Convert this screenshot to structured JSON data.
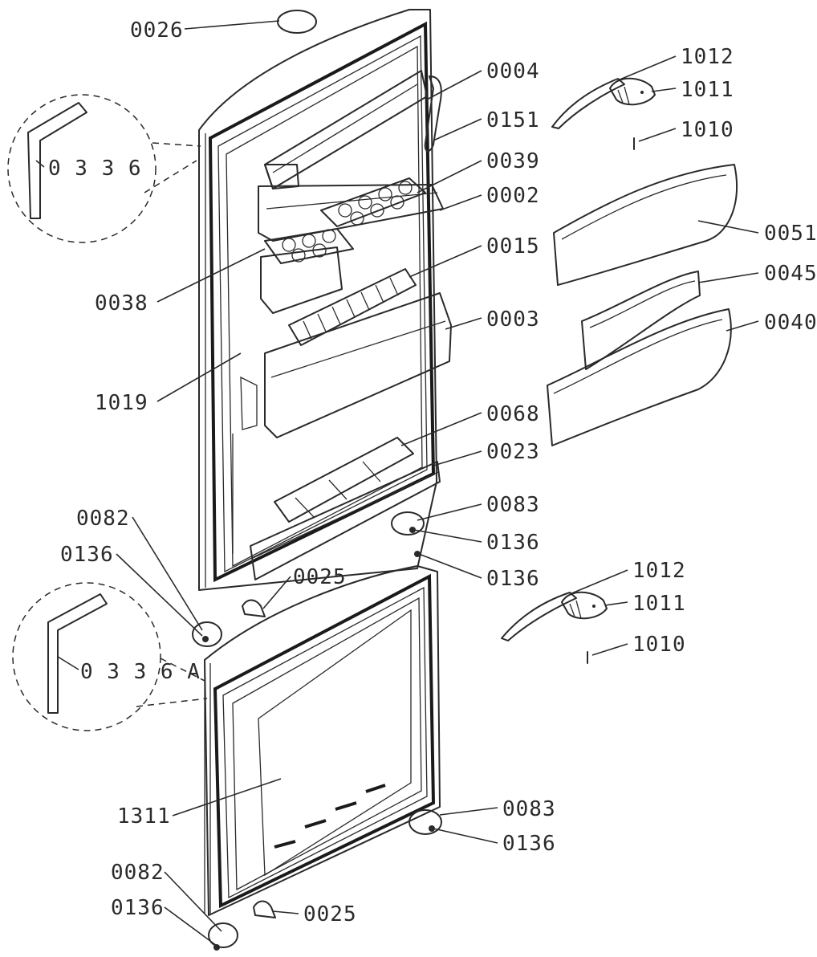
{
  "labels": {
    "p0026": "0026",
    "p0004": "0004",
    "p0151": "0151",
    "p0039": "0039",
    "p0002": "0002",
    "p0015": "0015",
    "p0003": "0003",
    "p0068": "0068",
    "p0023": "0023",
    "p0083a": "0083",
    "p0136a": "0136",
    "p0136b": "0136",
    "p0336": "0 3 3 6",
    "p0038": "0038",
    "p1019": "1019",
    "p0082a": "0082",
    "p0136c": "0136",
    "p0025a": "0025",
    "p1012a": "1012",
    "p1011a": "1011",
    "p1010a": "1010",
    "p0051": "0051",
    "p0045": "0045",
    "p0040": "0040",
    "p1012b": "1012",
    "p1011b": "1011",
    "p1010b": "1010",
    "p0336A": "0 3 3 6 A",
    "p1311": "1311",
    "p0083b": "0083",
    "p0136d": "0136",
    "p0082b": "0082",
    "p0136e": "0136",
    "p0025b": "0025"
  }
}
